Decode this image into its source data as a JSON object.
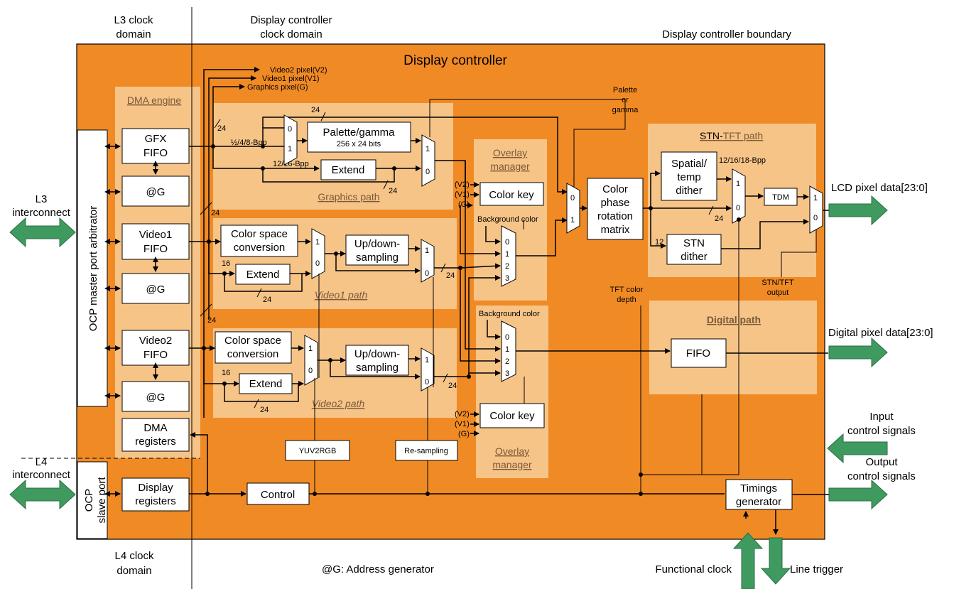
{
  "labels": {
    "l3_clock_domain": [
      "L3 clock",
      "domain"
    ],
    "dc_clock_domain": [
      "Display controller",
      "clock domain"
    ],
    "dc_boundary": "Display controller boundary",
    "title": "Display controller",
    "dma_engine": "DMA engine",
    "ocp_master": "OCP master port arbitrator",
    "l3_interconnect": [
      "L3",
      "interconnect"
    ],
    "l4_interconnect": [
      "L4",
      "interconnect"
    ],
    "ocp_slave": [
      "OCP",
      "slave port"
    ],
    "gfx_fifo": [
      "GFX",
      "FIFO"
    ],
    "addr_gen": "@G",
    "video1_fifo": [
      "Video1",
      "FIFO"
    ],
    "video2_fifo": [
      "Video2",
      "FIFO"
    ],
    "dma_registers": [
      "DMA",
      "registers"
    ],
    "display_registers": [
      "Display",
      "registers"
    ],
    "control": "Control",
    "yuv2rgb": "YUV2RGB",
    "resampling": "Re-sampling",
    "video2_pixel": "Video2 pixel(V2)",
    "video1_pixel": "Video1 pixel(V1)",
    "graphics_pixel": "Graphics pixel(G)",
    "palette_gamma": "Palette/gamma",
    "palette_size": "256 x 24 bits",
    "bpp_low": "½/4/8-Bpp",
    "bpp_high": "12/16-Bpp",
    "extend": "Extend",
    "graphics_path": "Graphics path",
    "color_space_conversion": [
      "Color space",
      "conversion"
    ],
    "up_down_sampling": [
      "Up/down-",
      "sampling"
    ],
    "video1_path": "Video1 path",
    "video2_path": "Video2 path",
    "overlay_manager": [
      "Overlay",
      "manager"
    ],
    "color_key": "Color key",
    "background_color": "Background color",
    "v2": "(V2)",
    "v1": "(V1)",
    "g": "(G)",
    "palette_or_gamma": [
      "Palette",
      "or",
      "gamma"
    ],
    "color_phase": [
      "Color",
      "phase",
      "rotation",
      "matrix"
    ],
    "stn_tft_path_a": "STN-",
    "stn_tft_path_b": "TFT path",
    "spatial_temp": [
      "Spatial/",
      "temp",
      "dither"
    ],
    "bpp_tft": "12/16/18-Bpp",
    "tdm": "TDM",
    "stn_dither": [
      "STN",
      "dither"
    ],
    "tft_color_depth": [
      "TFT color",
      "depth"
    ],
    "stn_tft_output": [
      "STN/TFT",
      "output"
    ],
    "digital_path": "Digital path",
    "fifo": "FIFO",
    "lcd_pixel_data": "LCD pixel data[23:0]",
    "digital_pixel_data": "Digital pixel data[23:0]",
    "input_control": [
      "Input",
      "control signals"
    ],
    "output_control": [
      "Output",
      "control signals"
    ],
    "timings_generator": [
      "Timings",
      "generator"
    ],
    "l4_clock_domain": [
      "L4 clock",
      "domain"
    ],
    "addr_gen_legend": "@G: Address generator",
    "functional_clock": "Functional clock",
    "line_trigger": "Line trigger",
    "bus_24": "24",
    "bus_16": "16",
    "bus_12": "12",
    "mux_0": "0",
    "mux_1": "1",
    "mux_2": "2",
    "mux_3": "3"
  },
  "colors": {
    "controller_fill": "#f08a25",
    "path_fill": "#f7c487",
    "arrow_fill": "#3f9a5f"
  }
}
